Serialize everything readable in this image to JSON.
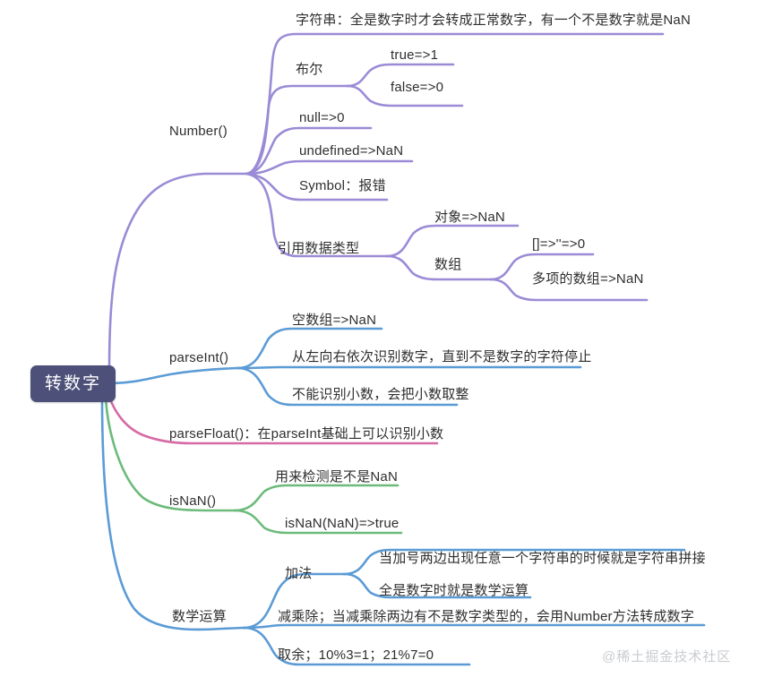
{
  "document": {
    "type": "mindmap",
    "title": "转数字",
    "background_color": "#ffffff",
    "watermark": "@稀土掘金技术社区"
  },
  "colors": {
    "root_fill": "#4d5078",
    "root_text": "#ffffff",
    "text": "#2e2e2e",
    "branch_purple": "#9b8bd6",
    "branch_blue": "#5b9bd5",
    "branch_pink": "#d56aa5",
    "branch_green": "#6cbb7b",
    "watermark": "#c9ccd1"
  },
  "root": {
    "label": "转数字"
  },
  "branches": [
    {
      "id": "number",
      "label": "Number()",
      "color": "#9b8bd6",
      "children": [
        {
          "id": "string",
          "label": "字符串：全是数字时才会转成正常数字，有一个不是数字就是NaN",
          "children": []
        },
        {
          "id": "boolean",
          "label": "布尔",
          "children": [
            {
              "id": "true",
              "label": "true=>1"
            },
            {
              "id": "false",
              "label": "false=>0"
            }
          ]
        },
        {
          "id": "null",
          "label": "null=>0",
          "children": []
        },
        {
          "id": "undefined",
          "label": "undefined=>NaN",
          "children": []
        },
        {
          "id": "symbol",
          "label": "Symbol：报错",
          "children": []
        },
        {
          "id": "reference",
          "label": "引用数据类型",
          "children": [
            {
              "id": "object",
              "label": "对象=>NaN"
            },
            {
              "id": "array",
              "label": "数组",
              "children": [
                {
                  "id": "empty-array",
                  "label": "[]=>''=>0"
                },
                {
                  "id": "multi-array",
                  "label": "多项的数组=>NaN"
                }
              ]
            }
          ]
        }
      ]
    },
    {
      "id": "parseint",
      "label": "parseInt()",
      "color": "#5b9bd5",
      "children": [
        {
          "id": "empty-array-nan",
          "label": "空数组=>NaN"
        },
        {
          "id": "scan-left-right",
          "label": "从左向右依次识别数字，直到不是数字的字符停止"
        },
        {
          "id": "no-decimal",
          "label": "不能识别小数，会把小数取整"
        }
      ]
    },
    {
      "id": "parsefloat",
      "label": "parseFloat()：在parseInt基础上可以识别小数",
      "color": "#d56aa5",
      "children": []
    },
    {
      "id": "isnan",
      "label": "isNaN()",
      "color": "#6cbb7b",
      "children": [
        {
          "id": "detect-nan",
          "label": "用来检测是不是NaN"
        },
        {
          "id": "isnan-nan-true",
          "label": "isNaN(NaN)=>true"
        }
      ]
    },
    {
      "id": "math",
      "label": "数学运算",
      "color": "#5b9bd5",
      "children": [
        {
          "id": "addition",
          "label": "加法",
          "children": [
            {
              "id": "string-concat",
              "label": "当加号两边出现任意一个字符串的时候就是字符串拼接"
            },
            {
              "id": "all-numbers",
              "label": "全是数字时就是数学运算"
            }
          ]
        },
        {
          "id": "sub-mul-div",
          "label": "减乘除；当减乘除两边有不是数字类型的，会用Number方法转成数字"
        },
        {
          "id": "modulo",
          "label": "取余；10%3=1；21%7=0"
        }
      ]
    }
  ]
}
